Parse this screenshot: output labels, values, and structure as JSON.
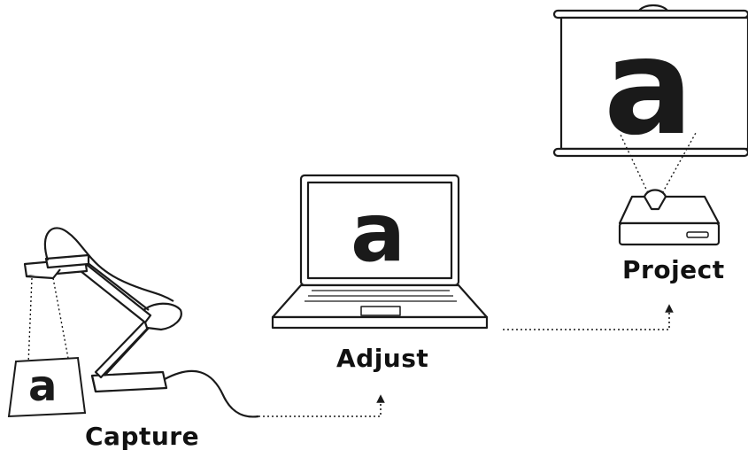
{
  "steps": [
    {
      "label": "Capture"
    },
    {
      "label": "Adjust"
    },
    {
      "label": "Project"
    }
  ],
  "glyph": "a",
  "colors": {
    "ink": "#1a1a1a",
    "paper": "#ffffff"
  }
}
